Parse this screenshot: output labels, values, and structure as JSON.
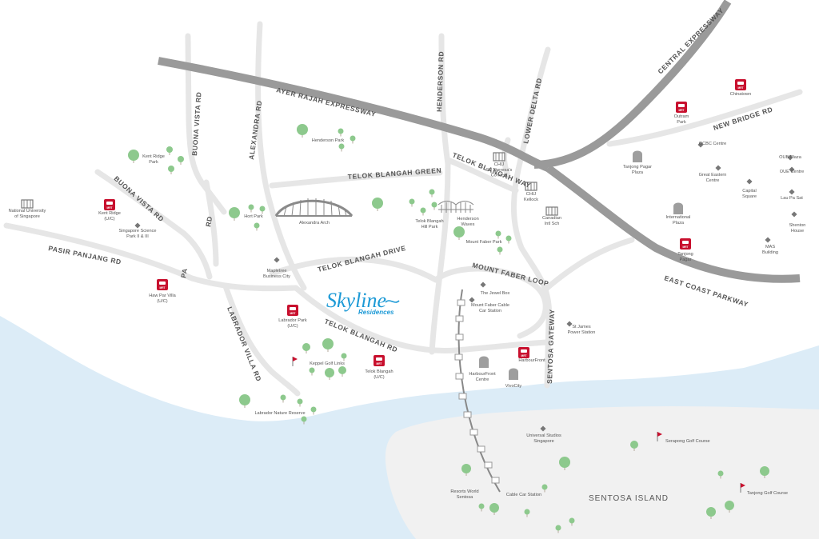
{
  "map": {
    "logo": {
      "main": "Skyline",
      "sub": "Residences"
    },
    "mrt_badge": "MRT",
    "colors": {
      "sea": "#dcecf7",
      "land": "#ffffff",
      "sentosa": "#f1f1f1",
      "road": "#e6e6e6",
      "expressway": "#9a9a9a",
      "tree": "#8dc98d",
      "mrt": "#c8102e",
      "logo": "#1d9ad6"
    },
    "roads": {
      "ayer_rajah": "AYER RAJAH EXPRESSWAY",
      "central": "CENTRAL EXPRESSWAY",
      "east_coast": "EAST COAST PARKWAY",
      "new_bridge": "NEW BRIDGE RD",
      "buona_vista_v": "BUONA VISTA RD",
      "buona_vista_d": "BUONA VISTA RD",
      "alexandra": "ALEXANDRA RD",
      "henderson": "HENDERSON RD",
      "lower_delta": "LOWER DELTA RD",
      "tb_green": "TELOK BLANGAH GREEN",
      "tb_way": "TELOK BLANGAH WAY",
      "tb_drive": "TELOK BLANGAH DRIVE",
      "tb_rd": "TELOK BLANGAH RD",
      "mf_loop": "MOUNT FABER LOOP",
      "pasir_panjang": "PASIR PANJANG RD",
      "pa_short": "PA",
      "rd_short": "RD",
      "labrador_villa": "LABRADOR VILLA RD",
      "sentosa_gateway": "SENTOSA GATEWAY"
    },
    "places": {
      "kent_ridge_park": [
        "Kent Ridge",
        "Park"
      ],
      "nus": [
        "National University",
        "of Singapore"
      ],
      "kent_ridge_mrt": [
        "Kent Ridge",
        "(U/C)"
      ],
      "science_park": [
        "Singapore Science",
        "Park II & III"
      ],
      "hort_park": [
        "Hort Park"
      ],
      "henderson_park": [
        "Henderson Park"
      ],
      "alexandra_arch": [
        "Alexandra Arch"
      ],
      "mapletree": [
        "Mapletree",
        "Business City"
      ],
      "haw_par": [
        "Haw Par Villa",
        "(U/C)"
      ],
      "labrador_park_mrt": [
        "Labrador Park",
        "(U/C)"
      ],
      "keppel_golf": [
        "Keppel Golf Links"
      ],
      "telok_blangah_mrt": [
        "Telok Blangah",
        "(U/C)"
      ],
      "labrador_reserve": [
        "Labrador Nature Reserve"
      ],
      "tb_hill_park": [
        "Telok Blangah",
        "Hill Park"
      ],
      "henderson_waves": [
        "Henderson",
        "Waves"
      ],
      "mount_faber_park": [
        "Mount Faber Park"
      ],
      "jewel_box": [
        "The Jewel Box"
      ],
      "mf_cable_station": [
        "Mount Faber Cable",
        "Car Station"
      ],
      "harbourfront_centre": [
        "HarbourFront",
        "Centre"
      ],
      "vivocity": [
        "VivoCity"
      ],
      "harbourfront_mrt": [
        "HarbourFront"
      ],
      "st_james": [
        "St James",
        "Power Station"
      ],
      "chij_convent": [
        "CHIJ",
        "St. Theresa's",
        "Convent"
      ],
      "chij_kellock": [
        "CHIJ",
        "Kellock"
      ],
      "canadian_sch": [
        "Canadian",
        "Intl Sch"
      ],
      "outram_park": [
        "Outram",
        "Park"
      ],
      "chinatown": [
        "Chinatown"
      ],
      "tanjong_pagar_plaza": [
        "Tanjong Pagar",
        "Plaza"
      ],
      "ocbc": [
        "OCBC Centre"
      ],
      "great_eastern": [
        "Great Eastern",
        "Centre"
      ],
      "oub_plaza": [
        "OUB Plaza"
      ],
      "oue_centre": [
        "OUE Centre"
      ],
      "capital_square": [
        "Capital",
        "Square"
      ],
      "lau_pa_sat": [
        "Lau Pa Sat"
      ],
      "international_plaza": [
        "International",
        "Plaza"
      ],
      "shenton_house": [
        "Shenton",
        "House"
      ],
      "tanjong_pagar_mrt": [
        "Tanjong",
        "Pagar"
      ],
      "mas": [
        "MAS",
        "Building"
      ],
      "universal": [
        "Universal Studios",
        "Singapore"
      ],
      "serapong": [
        "Serapong Golf Course"
      ],
      "rws": [
        "Resorts World",
        "Sentosa"
      ],
      "cable_car_station": [
        "Cable Car Station"
      ],
      "sentosa_island": [
        "SENTOSA ISLAND"
      ],
      "tanjong_golf": [
        "Tanjong Golf Course"
      ]
    }
  }
}
